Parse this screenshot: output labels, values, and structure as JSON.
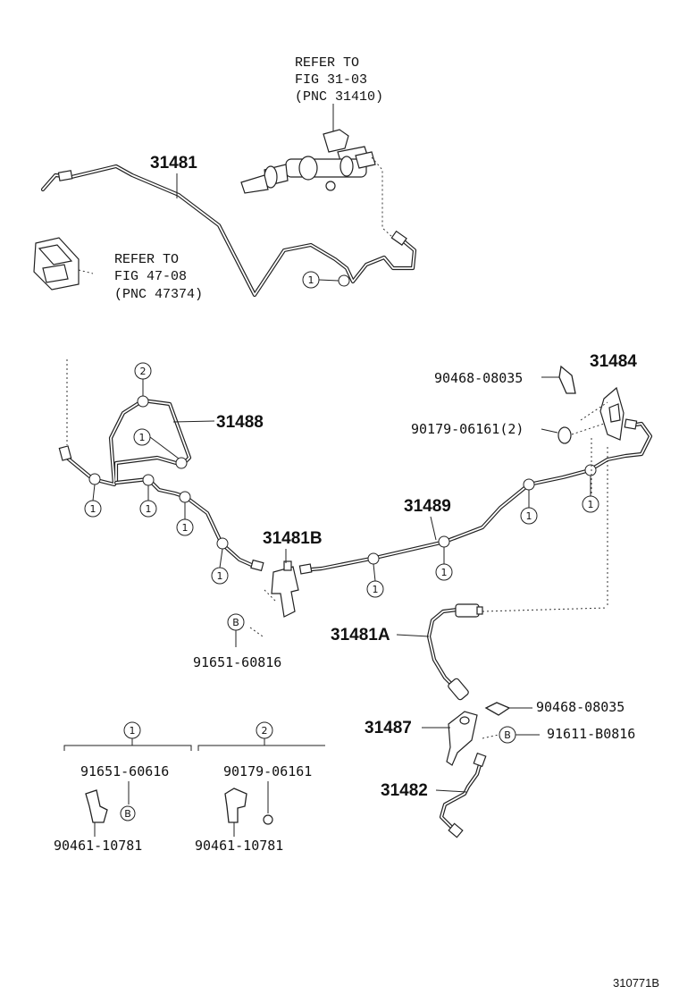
{
  "refs": {
    "master_cylinder": [
      "REFER TO",
      "FIG 31-03",
      "(PNC 31410)"
    ],
    "pedal_bracket": [
      "REFER TO",
      "FIG 47-08",
      "(PNC 47374)"
    ]
  },
  "parts": {
    "p31481": "31481",
    "p31488": "31488",
    "p31484": "31484",
    "p31489": "31489",
    "p31481B": "31481B",
    "p31481A": "31481A",
    "p31487": "31487",
    "p31482": "31482",
    "p90468_top": "90468-08035",
    "p90179_top": "90179-06161(2)",
    "p91651_60816": "91651-60816",
    "p90468_bottom": "90468-08035",
    "p91611": "91611-B0816"
  },
  "markers": {
    "one": "1",
    "two": "2",
    "bolt": "B"
  },
  "legend": {
    "group1": {
      "marker": "1",
      "part_top": "91651-60616",
      "part_bottom": "90461-10781",
      "bolt": "B"
    },
    "group2": {
      "marker": "2",
      "part_top": "90179-06161",
      "part_bottom": "90461-10781"
    }
  },
  "figure_id": "310771B"
}
